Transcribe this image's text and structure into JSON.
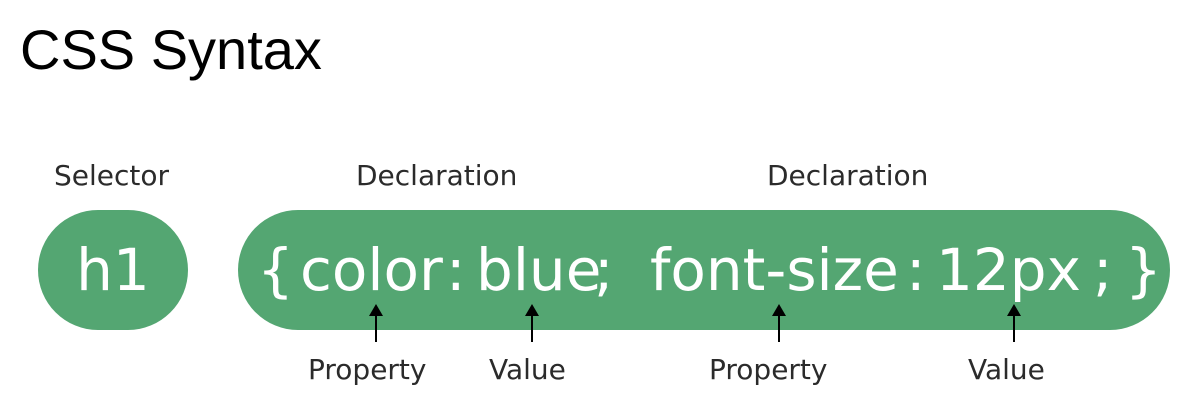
{
  "title": "CSS Syntax",
  "labels": {
    "selector": "Selector",
    "declaration_1": "Declaration",
    "declaration_2": "Declaration"
  },
  "selector_box": {
    "text": "h1",
    "color": "#54a672"
  },
  "declaration_box": {
    "open_brace": "{",
    "declaration_1": {
      "property": "color",
      "colon": ":",
      "value": "blue",
      "semicolon": ";"
    },
    "declaration_2": {
      "property": "font-size",
      "colon": ":",
      "value": "12px",
      "semicolon": ";"
    },
    "close_brace": "}",
    "color": "#54a672"
  },
  "annotations": [
    "Property",
    "Value",
    "Property",
    "Value"
  ]
}
